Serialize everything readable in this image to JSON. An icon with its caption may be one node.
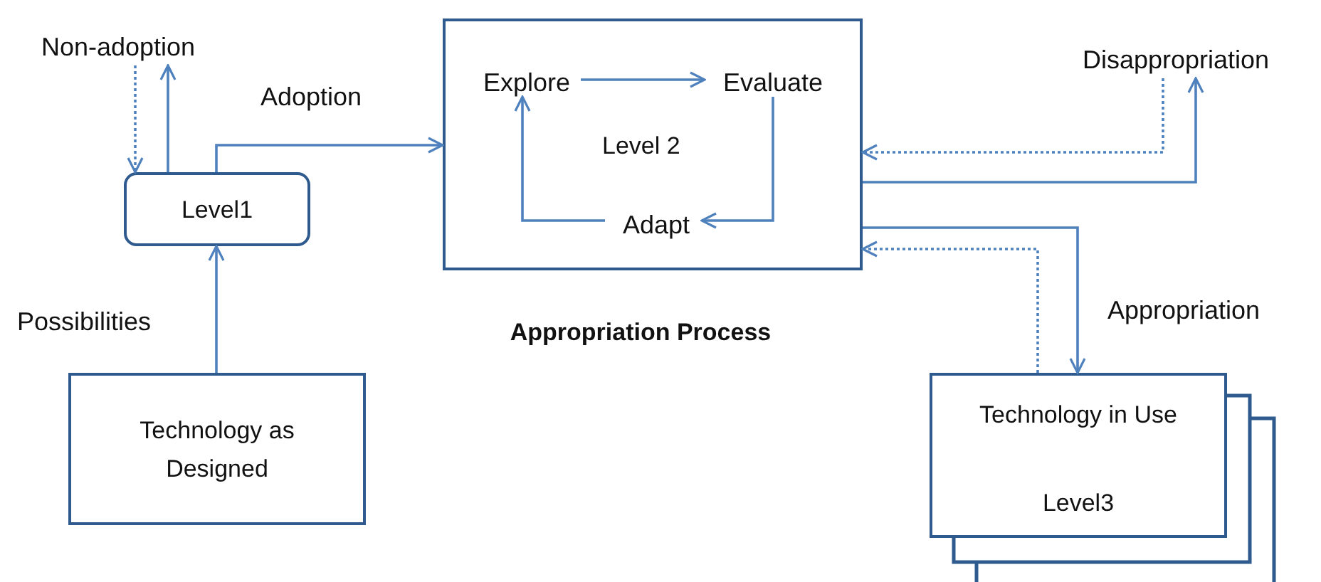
{
  "diagram": {
    "nodes": [
      {
        "text": [
          "Non-adoption"
        ]
      },
      {
        "text": [
          "Level1"
        ]
      },
      {
        "text": [
          "Level 2"
        ],
        "beside": [
          "Appropriation Process"
        ]
      },
      {
        "text": [
          "Explore"
        ],
        "in": 2
      },
      {
        "text": [
          "Evaluate"
        ],
        "in": 2
      },
      {
        "text": [
          "Adapt"
        ],
        "in": 2
      },
      {
        "text": [
          "Disappropriation"
        ]
      },
      {
        "text": [
          "Technology as Designed"
        ]
      },
      {
        "text": [
          "Technology in Use",
          "Level3"
        ]
      }
    ],
    "edges": [
      {
        "from": 1,
        "to": 0,
        "arrow": "to"
      },
      {
        "from": 0,
        "to": 1,
        "arrow": "to",
        "style": "dashed"
      },
      {
        "from": 1,
        "to": 2,
        "arrow": "to",
        "label": "Adoption"
      },
      {
        "from": 3,
        "to": 4,
        "arrow": "to"
      },
      {
        "from": 4,
        "to": 5,
        "arrow": "to"
      },
      {
        "from": 5,
        "to": 3,
        "arrow": "to"
      },
      {
        "from": 7,
        "to": 1,
        "arrow": "to",
        "label": "Possibilities"
      },
      {
        "from": 2,
        "to": 6,
        "arrow": "to"
      },
      {
        "from": 6,
        "to": 2,
        "arrow": "to",
        "style": "dashed"
      },
      {
        "from": 2,
        "to": 8,
        "arrow": "to",
        "label": "Appropriation"
      },
      {
        "from": 8,
        "to": 2,
        "arrow": "to",
        "style": "dashed"
      }
    ]
  }
}
